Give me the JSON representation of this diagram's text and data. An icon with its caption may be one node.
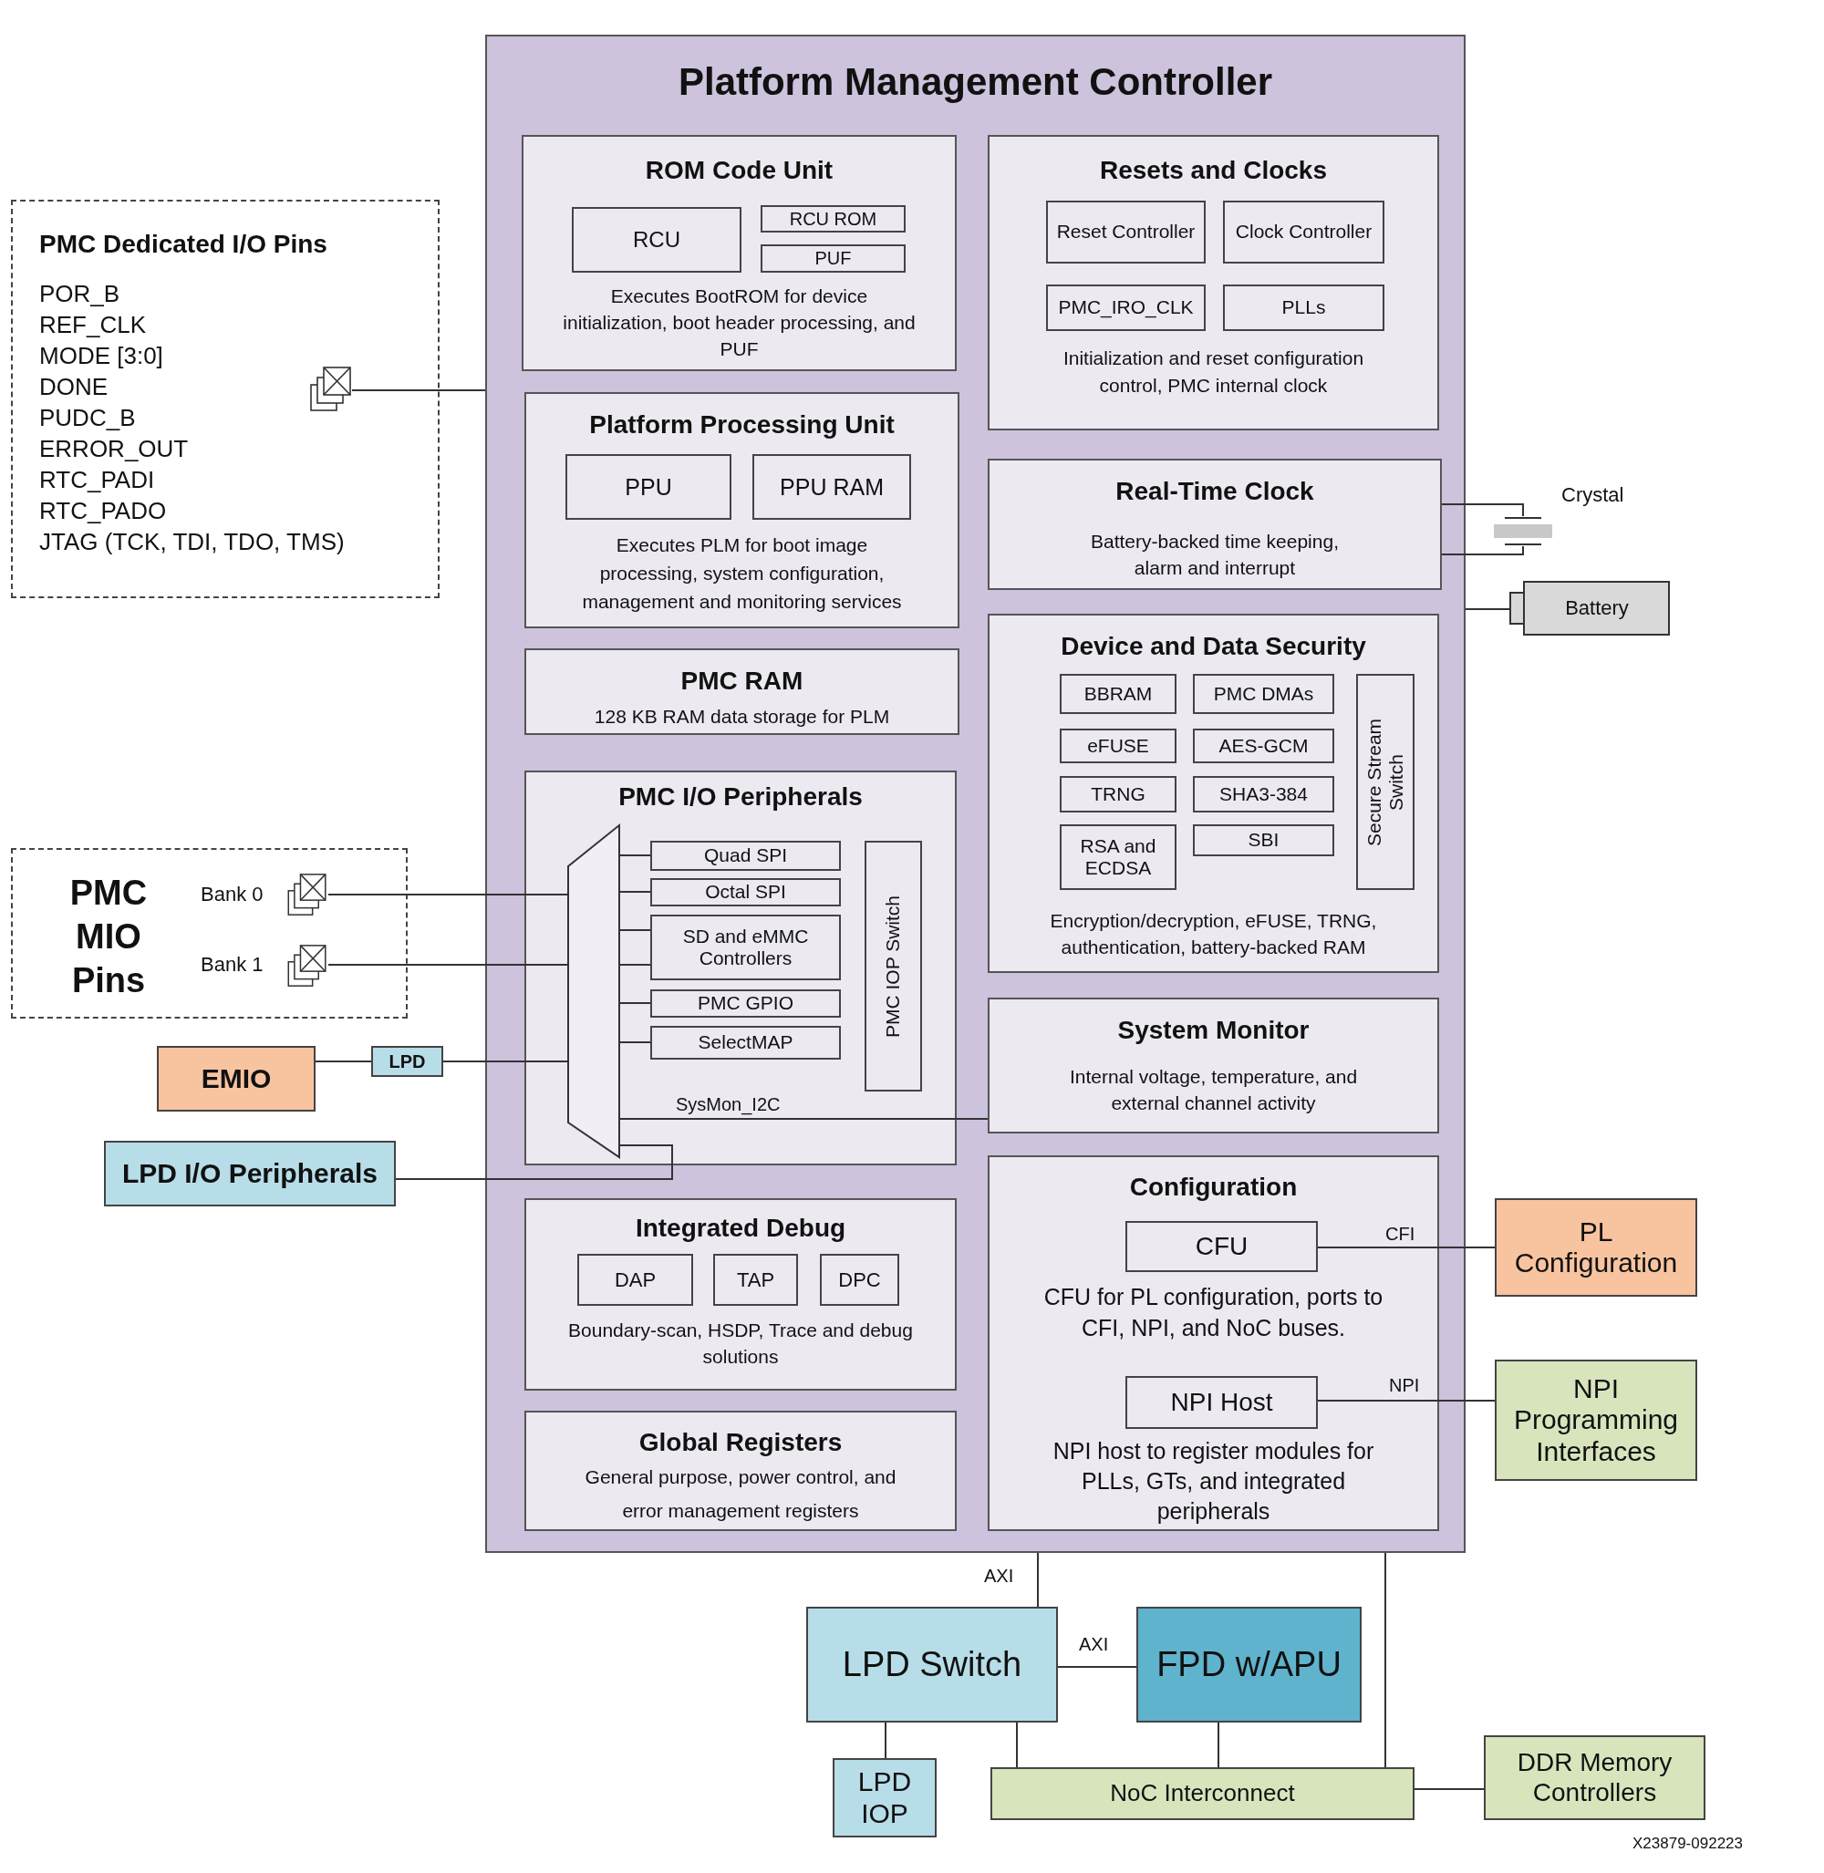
{
  "diagram": {
    "nodes": [
      {
        "text": [
          "PMC Dedicated I/O Pins",
          "POR_B",
          "REF_CLK",
          "MODE [3:0]",
          "DONE",
          "PUDC_B",
          "ERROR_OUT",
          "RTC_PADI",
          "RTC_PADO",
          "JTAG (TCK, TDI, TDO, TMS)"
        ]
      },
      {
        "text": [],
        "shape": "pin",
        "in": 0
      },
      {
        "text": [
          "Platform Management Controller"
        ]
      },
      {
        "text": [
          "ROM Code Unit",
          "Executes BootROM for device initialization, boot header processing, and PUF"
        ],
        "in": 2
      },
      {
        "text": [
          "RCU"
        ],
        "in": 3
      },
      {
        "text": [
          "RCU ROM"
        ],
        "in": 3
      },
      {
        "text": [
          "PUF"
        ],
        "in": 3
      },
      {
        "text": [
          "Resets and Clocks",
          "Initialization and reset configuration control, PMC internal clock"
        ],
        "in": 2
      },
      {
        "text": [
          "Reset Controller"
        ],
        "in": 7
      },
      {
        "text": [
          "Clock Controller"
        ],
        "in": 7
      },
      {
        "text": [
          "PMC_IRO_CLK"
        ],
        "in": 7
      },
      {
        "text": [
          "PLLs"
        ],
        "in": 7
      },
      {
        "text": [
          "Platform Processing Unit",
          "Executes PLM for boot image processing, system configuration, management and monitoring services"
        ],
        "in": 2
      },
      {
        "text": [
          "PPU"
        ],
        "in": 12
      },
      {
        "text": [
          "PPU RAM"
        ],
        "in": 12
      },
      {
        "text": [
          "Real-Time Clock",
          "Battery-backed time keeping, alarm and interrupt"
        ],
        "in": 2
      },
      {
        "text": [
          "PMC RAM",
          "128 KB RAM data storage for PLM"
        ],
        "in": 2
      },
      {
        "text": [
          "Device and Data Security",
          "Encryption/decryption, eFUSE, TRNG, authentication, battery-backed RAM"
        ],
        "in": 2
      },
      {
        "text": [
          "BBRAM"
        ],
        "in": 17
      },
      {
        "text": [
          "PMC DMAs"
        ],
        "in": 17
      },
      {
        "text": [
          "eFUSE"
        ],
        "in": 17
      },
      {
        "text": [
          "AES-GCM"
        ],
        "in": 17
      },
      {
        "text": [
          "TRNG"
        ],
        "in": 17
      },
      {
        "text": [
          "SHA3-384"
        ],
        "in": 17
      },
      {
        "text": [
          "RSA and ECDSA"
        ],
        "in": 17
      },
      {
        "text": [
          "SBI"
        ],
        "in": 17
      },
      {
        "text": [
          "Secure Stream Switch"
        ],
        "in": 17
      },
      {
        "text": [
          "PMC I/O Peripherals"
        ],
        "in": 2
      },
      {
        "text": [],
        "shape": "trapezoid",
        "in": 27
      },
      {
        "text": [
          "Quad SPI"
        ],
        "in": 27
      },
      {
        "text": [
          "Octal SPI"
        ],
        "in": 27
      },
      {
        "text": [
          "SD and eMMC Controllers"
        ],
        "in": 27
      },
      {
        "text": [
          "PMC GPIO"
        ],
        "in": 27
      },
      {
        "text": [
          "SelectMAP"
        ],
        "in": 27
      },
      {
        "text": [
          "PMC IOP Switch"
        ],
        "in": 27
      },
      {
        "text": [
          "System Monitor",
          "Internal voltage, temperature, and external channel activity"
        ],
        "in": 2
      },
      {
        "text": [
          "Integrated Debug",
          "Boundary-scan, HSDP, Trace and debug solutions"
        ],
        "in": 2
      },
      {
        "text": [
          "DAP"
        ],
        "in": 36
      },
      {
        "text": [
          "TAP"
        ],
        "in": 36
      },
      {
        "text": [
          "DPC"
        ],
        "in": 36
      },
      {
        "text": [
          "Global Registers",
          "General purpose, power control, and error management registers"
        ],
        "in": 2
      },
      {
        "text": [
          "Configuration",
          "CFU for PL configuration, ports to CFI, NPI, and NoC buses.",
          "NPI host to register modules for PLLs, GTs, and integrated peripherals"
        ],
        "in": 2
      },
      {
        "text": [
          "CFU"
        ],
        "in": 41
      },
      {
        "text": [
          "NPI Host"
        ],
        "in": 41
      },
      {
        "text": [],
        "shape": "crystal",
        "beside": [
          "Crystal"
        ]
      },
      {
        "text": [
          "Battery"
        ]
      },
      {
        "text": [
          "PMC MIO Pins"
        ]
      },
      {
        "text": [],
        "shape": "pin",
        "in": 46,
        "beside": [
          "Bank 0"
        ]
      },
      {
        "text": [],
        "shape": "pin",
        "in": 46,
        "beside": [
          "Bank 1"
        ]
      },
      {
        "text": [
          "EMIO"
        ]
      },
      {
        "text": [
          "LPD"
        ]
      },
      {
        "text": [
          "LPD I/O Peripherals"
        ]
      },
      {
        "text": [
          "PL Configuration"
        ]
      },
      {
        "text": [
          "NPI Programming Interfaces"
        ]
      },
      {
        "text": [
          "LPD Switch"
        ]
      },
      {
        "text": [
          "FPD w/APU"
        ]
      },
      {
        "text": [
          "LPD IOP"
        ]
      },
      {
        "text": [
          "NoC Interconnect"
        ]
      },
      {
        "text": [
          "DDR Memory Controllers"
        ]
      }
    ],
    "edges": [
      {
        "from": 1,
        "to": 2,
        "arrow": "none"
      },
      {
        "from": 15,
        "to": 44,
        "arrow": "none"
      },
      {
        "from": 15,
        "to": 44,
        "arrow": "none"
      },
      {
        "from": 2,
        "to": 45,
        "arrow": "none"
      },
      {
        "from": 47,
        "to": 28,
        "arrow": "none"
      },
      {
        "from": 48,
        "to": 28,
        "arrow": "none"
      },
      {
        "from": 49,
        "to": 50,
        "arrow": "none"
      },
      {
        "from": 50,
        "to": 28,
        "arrow": "none"
      },
      {
        "from": 51,
        "to": 28,
        "arrow": "none"
      },
      {
        "from": 28,
        "to": 29,
        "arrow": "none"
      },
      {
        "from": 28,
        "to": 30,
        "arrow": "none"
      },
      {
        "from": 28,
        "to": 31,
        "arrow": "none"
      },
      {
        "from": 28,
        "to": 31,
        "arrow": "none"
      },
      {
        "from": 28,
        "to": 32,
        "arrow": "none"
      },
      {
        "from": 28,
        "to": 33,
        "arrow": "none"
      },
      {
        "from": 28,
        "to": 35,
        "arrow": "none",
        "label": "SysMon_I2C"
      },
      {
        "from": 42,
        "to": 52,
        "arrow": "none",
        "label": "CFI"
      },
      {
        "from": 43,
        "to": 53,
        "arrow": "none",
        "label": "NPI"
      },
      {
        "from": 2,
        "to": 54,
        "arrow": "none",
        "label": "AXI"
      },
      {
        "from": 54,
        "to": 55,
        "arrow": "none",
        "label": "AXI"
      },
      {
        "from": 54,
        "to": 56,
        "arrow": "none"
      },
      {
        "from": 54,
        "to": 57,
        "arrow": "none"
      },
      {
        "from": 55,
        "to": 57,
        "arrow": "none"
      },
      {
        "from": 2,
        "to": 57,
        "arrow": "none"
      },
      {
        "from": 57,
        "to": 58,
        "arrow": "none"
      }
    ],
    "labels": [
      "X23879-092223"
    ]
  }
}
